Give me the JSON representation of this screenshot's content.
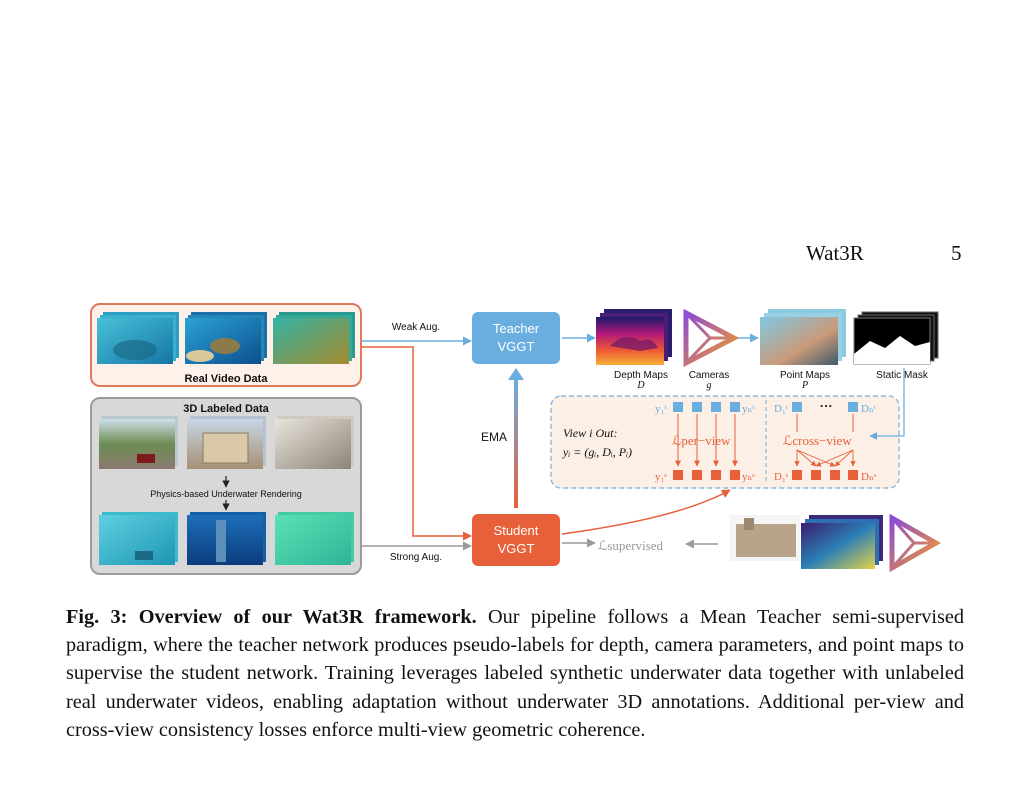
{
  "header": {
    "running_title": "Wat3R",
    "page_number": "5"
  },
  "figure": {
    "real_video_label": "Real Video Data",
    "labeled_data_label": "3D Labeled Data",
    "rendering_label": "Physics-based Underwater Rendering",
    "weak_aug_label": "Weak Aug.",
    "strong_aug_label": "Strong Aug.",
    "teacher_label": [
      "Teacher",
      "VGGT"
    ],
    "student_label": [
      "Student",
      "VGGT"
    ],
    "ema_label": "EMA",
    "output_labels": {
      "depth_maps": "Depth Maps",
      "depth_symbol": "D",
      "cameras": "Cameras",
      "cameras_symbol": "g",
      "point_maps": "Point Maps",
      "point_symbol": "P",
      "static_mask": "Static Mask"
    },
    "view_out_label": "View i Out:",
    "view_out_formula": "yᵢ = (gᵢ, Dᵢ, Pᵢ)",
    "loss_per_view": "ℒper−view",
    "loss_cross_view": "ℒcross−view",
    "loss_supervised": "ℒsupervised",
    "teacher_tokens": {
      "first": "y₁ᵗ",
      "last": "yₙᵗ"
    },
    "student_tokens": {
      "first": "y₁ˢ",
      "last": "yₙˢ"
    },
    "teacher_depth_tokens": {
      "first": "D₁ᵗ",
      "last": "Dₙᵗ"
    },
    "student_depth_tokens": {
      "first": "D₁ˢ",
      "last": "Dₙˢ"
    },
    "ellipsis": "···",
    "colors": {
      "teacher": "#6aaee0",
      "student": "#e8603a",
      "real_panel_border": "#e07a5c",
      "real_panel_fill": "#fdf1ea",
      "labeled_panel_fill": "#d8d8d8",
      "supervised_gray": "#9a9a9a"
    }
  },
  "caption": {
    "label": "Fig. 3:",
    "title": "Overview of our Wat3R framework.",
    "body": "Our pipeline follows a Mean Teacher semi-supervised paradigm, where the teacher network produces pseudo-labels for depth, camera parameters, and point maps to supervise the student network. Training leverages labeled synthetic underwater data together with unlabeled real underwater videos, enabling adaptation without underwater 3D annotations. Additional per-view and cross-view consistency losses enforce multi-view geometric coherence."
  }
}
